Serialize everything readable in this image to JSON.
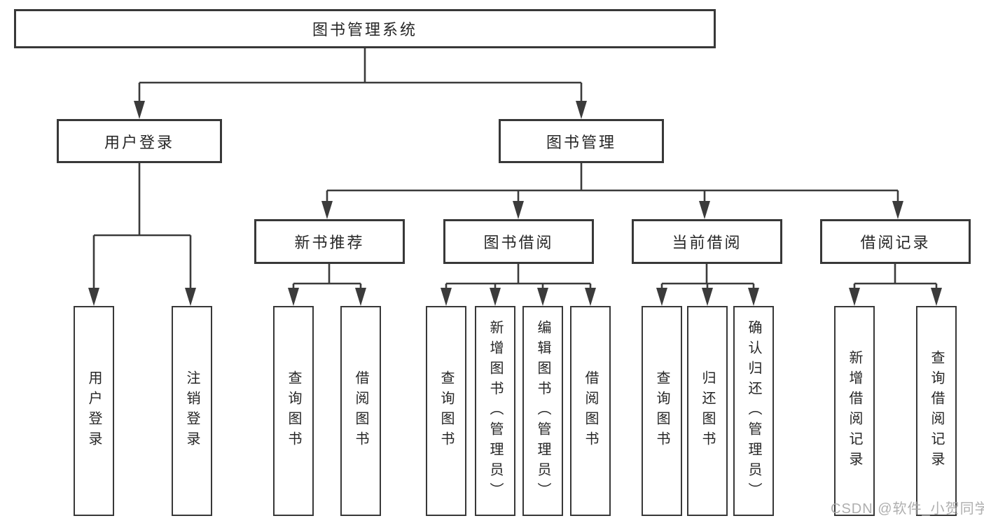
{
  "colors": {
    "background": "#ffffff",
    "line": "#3b3b3b",
    "box_border": "#383838",
    "text": "#262626",
    "watermark": "#a8a8a8"
  },
  "tree": {
    "root": "图书管理系统",
    "branches": [
      {
        "label": "用户登录",
        "children": [
          "用户登录",
          "注销登录"
        ]
      },
      {
        "label": "图书管理",
        "groups": [
          {
            "label": "新书推荐",
            "children": [
              "查询图书",
              "借阅图书"
            ]
          },
          {
            "label": "图书借阅",
            "children": [
              "查询图书",
              "新增图书（管理员）",
              "编辑图书（管理员）",
              "借阅图书"
            ]
          },
          {
            "label": "当前借阅",
            "children": [
              "查询图书",
              "归还图书",
              "确认归还（管理员）"
            ]
          },
          {
            "label": "借阅记录",
            "children": [
              "新增借阅记录",
              "查询借阅记录"
            ]
          }
        ]
      }
    ]
  },
  "watermark": "CSDN @软件_小贺同学"
}
